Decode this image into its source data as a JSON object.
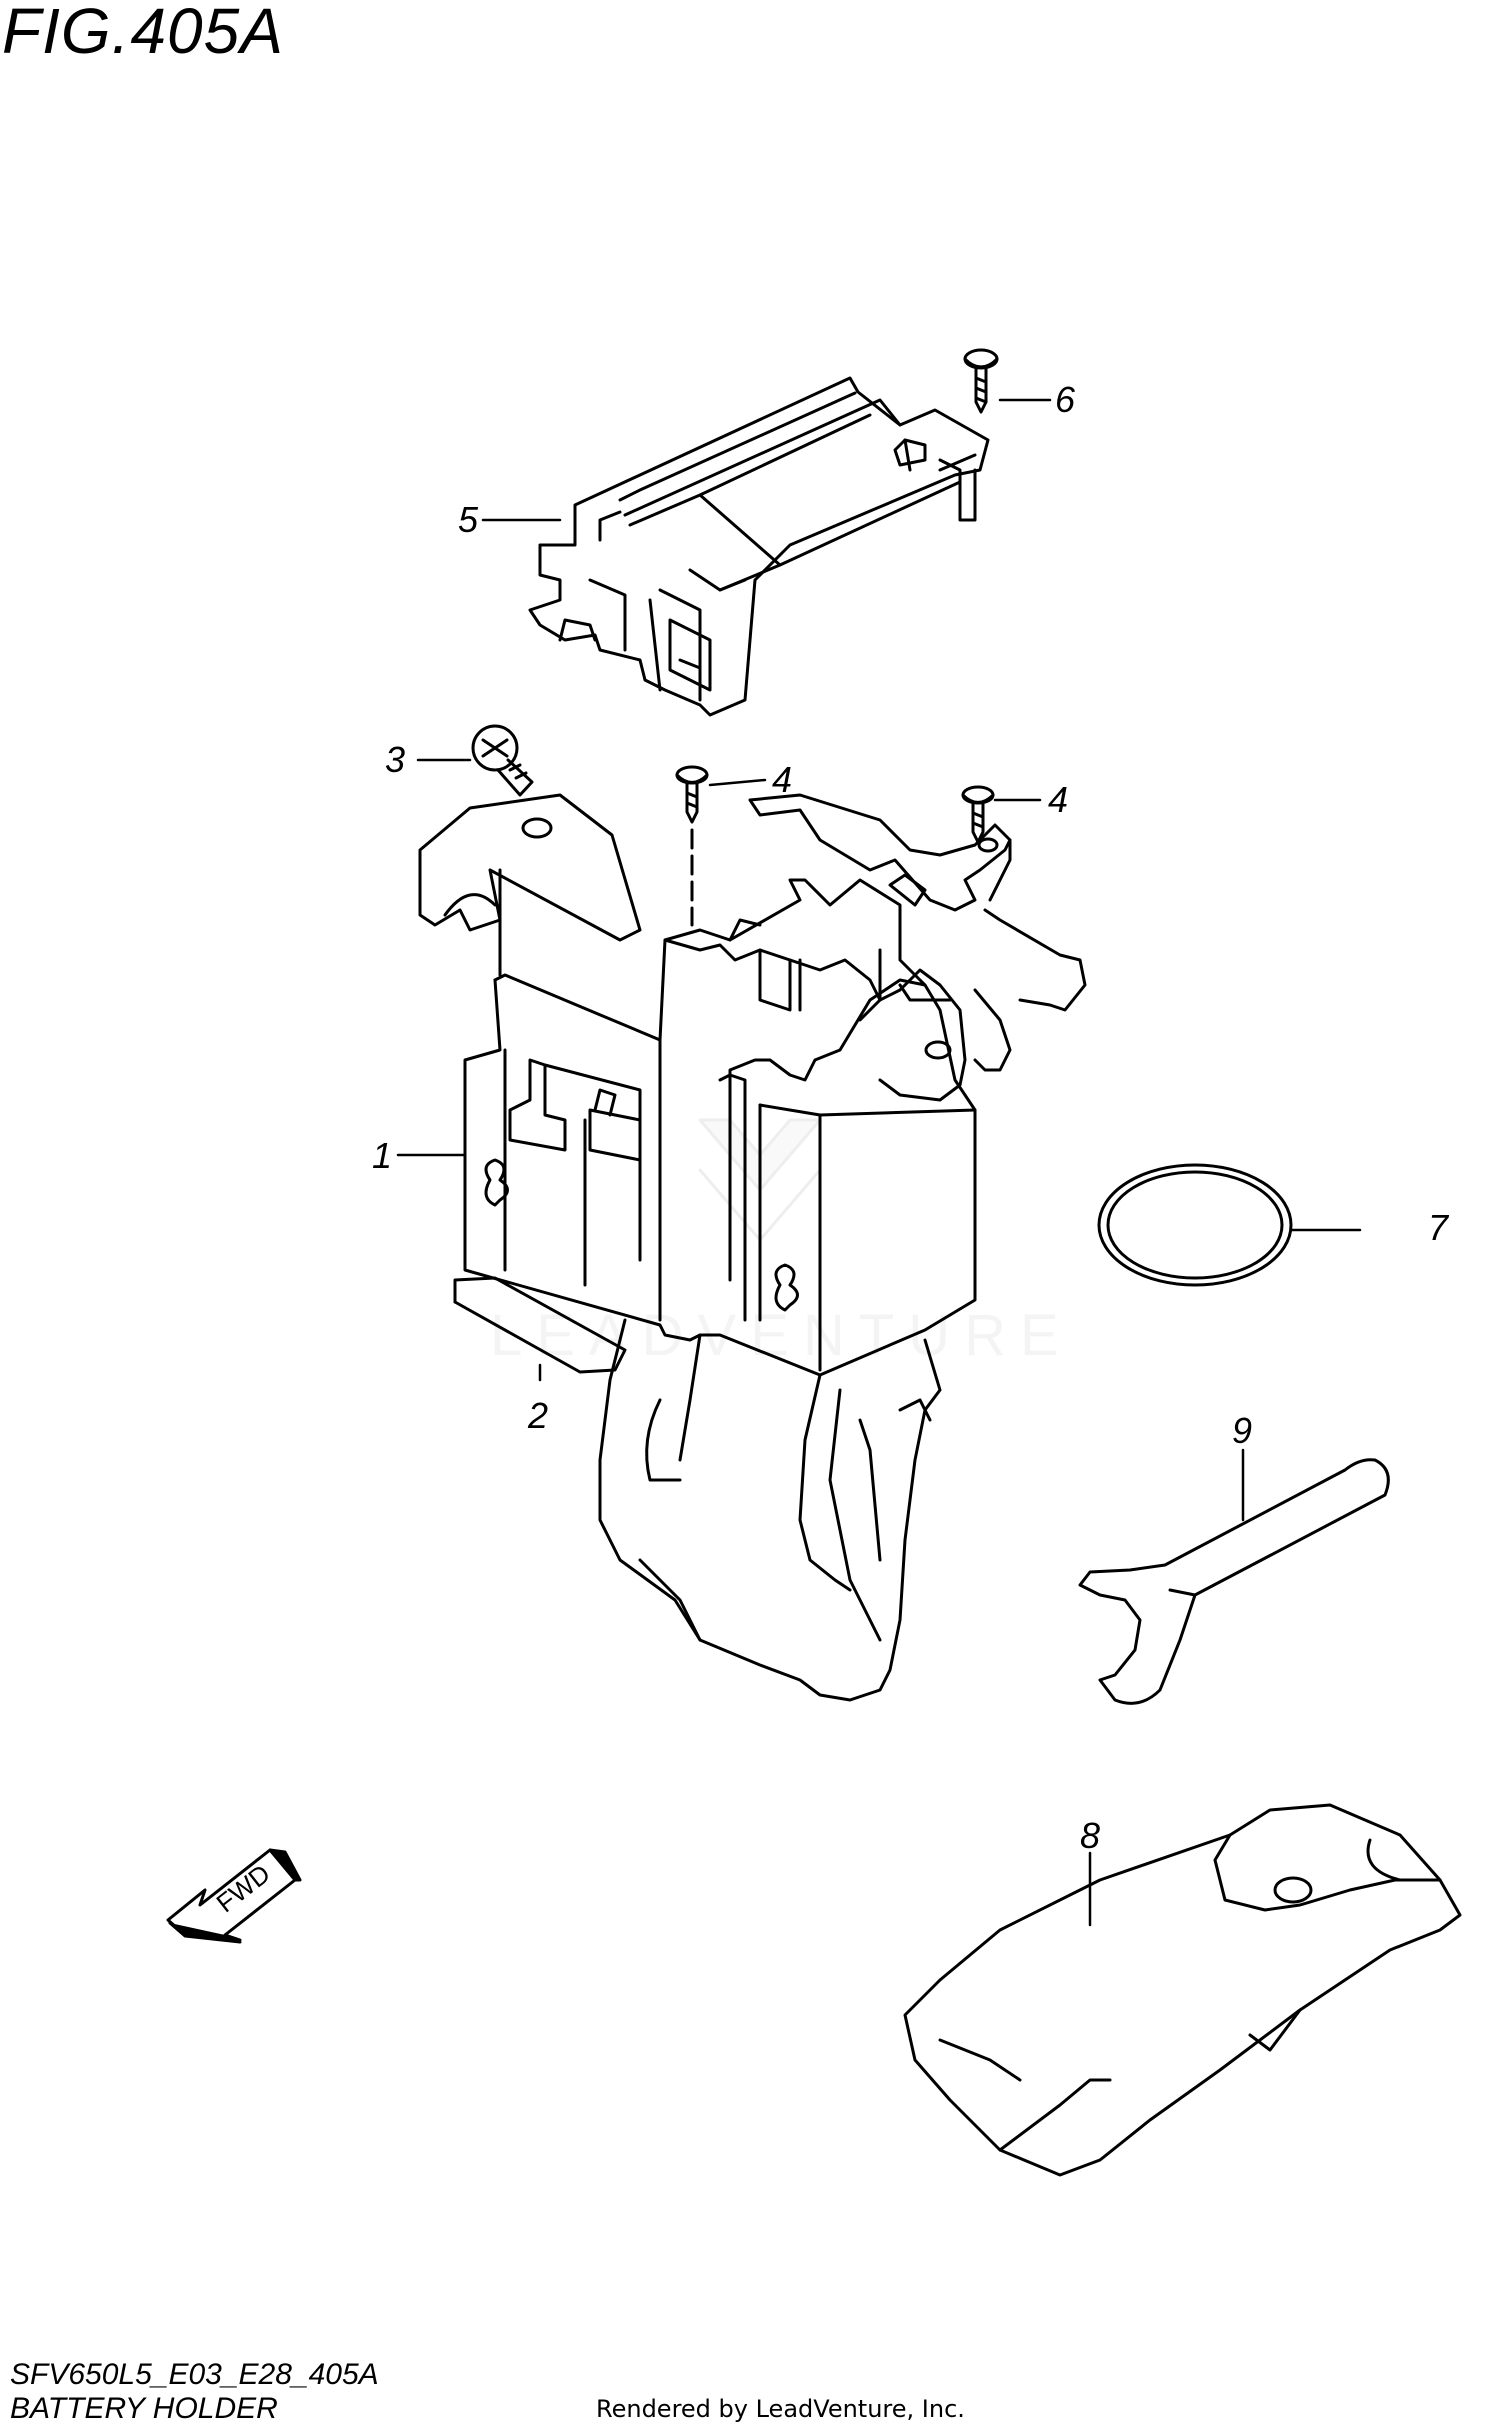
{
  "figure": {
    "title": "FIG.405A",
    "model_code": "SFV650L5_E03_E28_405A",
    "part_title": "BATTERY HOLDER",
    "credit": "Rendered by LeadVenture, Inc.",
    "watermark": "LEADVENTURE",
    "fwd_label": "FWD"
  },
  "callouts": [
    {
      "id": "1",
      "label": "1"
    },
    {
      "id": "2",
      "label": "2"
    },
    {
      "id": "3",
      "label": "3"
    },
    {
      "id": "4a",
      "label": "4"
    },
    {
      "id": "4b",
      "label": "4"
    },
    {
      "id": "5",
      "label": "5"
    },
    {
      "id": "6",
      "label": "6"
    },
    {
      "id": "7",
      "label": "7"
    },
    {
      "id": "8",
      "label": "8"
    },
    {
      "id": "9",
      "label": "9"
    }
  ],
  "colors": {
    "line": "#000000",
    "background": "#ffffff",
    "watermark": "#e6e6e6"
  }
}
